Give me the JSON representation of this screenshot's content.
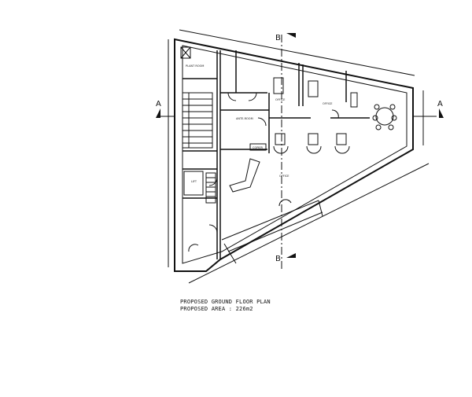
{
  "drawing": {
    "title": "PROPOSED GROUND FLOOR PLAN",
    "area": "PROPOSED AREA : 226m2",
    "section_markers": {
      "a_left": "A",
      "a_right": "A",
      "b_top": "B",
      "b_bottom": "B"
    },
    "rooms": {
      "plant_room": "PLANT ROOM",
      "office_1": "OFFICE",
      "office_2": "OFFICE",
      "office_main": "OFFICE",
      "ante_room": "ANTE-ROOM",
      "copier": "COPIER",
      "lift": "LIFT"
    },
    "line_color": "#111111"
  }
}
